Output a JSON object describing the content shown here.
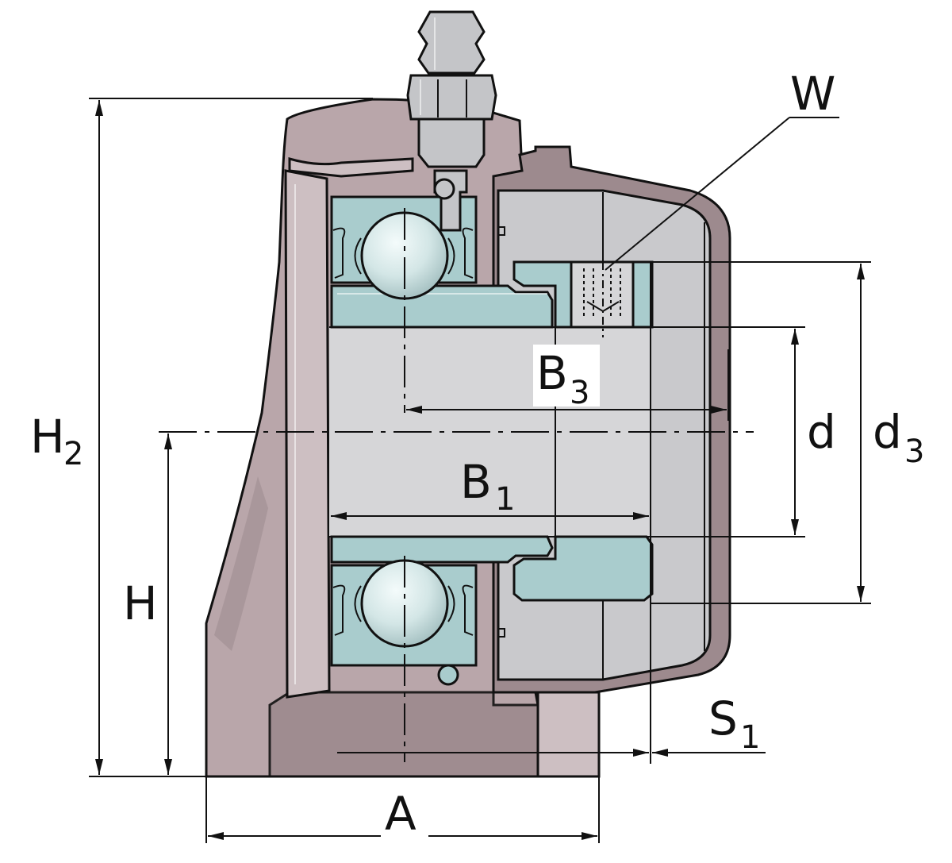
{
  "colors": {
    "housing": "#b9a6aa",
    "housing_light": "#cdbfc2",
    "housing_dark": "#9d8a8e",
    "bearing_ring": "#a9cccd",
    "ball": "#d3e6e6",
    "bore": "#d6d6d8",
    "cover": "#c9c9cc",
    "metal": "#c4c5c8",
    "line": "#111111"
  },
  "labels": {
    "W": "W",
    "H2_main": "H",
    "H2_sub": "2",
    "H": "H",
    "B3_main": "B",
    "B3_sub": "3",
    "B1_main": "B",
    "B1_sub": "1",
    "d": "d",
    "d3_main": "d",
    "d3_sub": "3",
    "S1_main": "S",
    "S1_sub": "1",
    "A": "A"
  }
}
